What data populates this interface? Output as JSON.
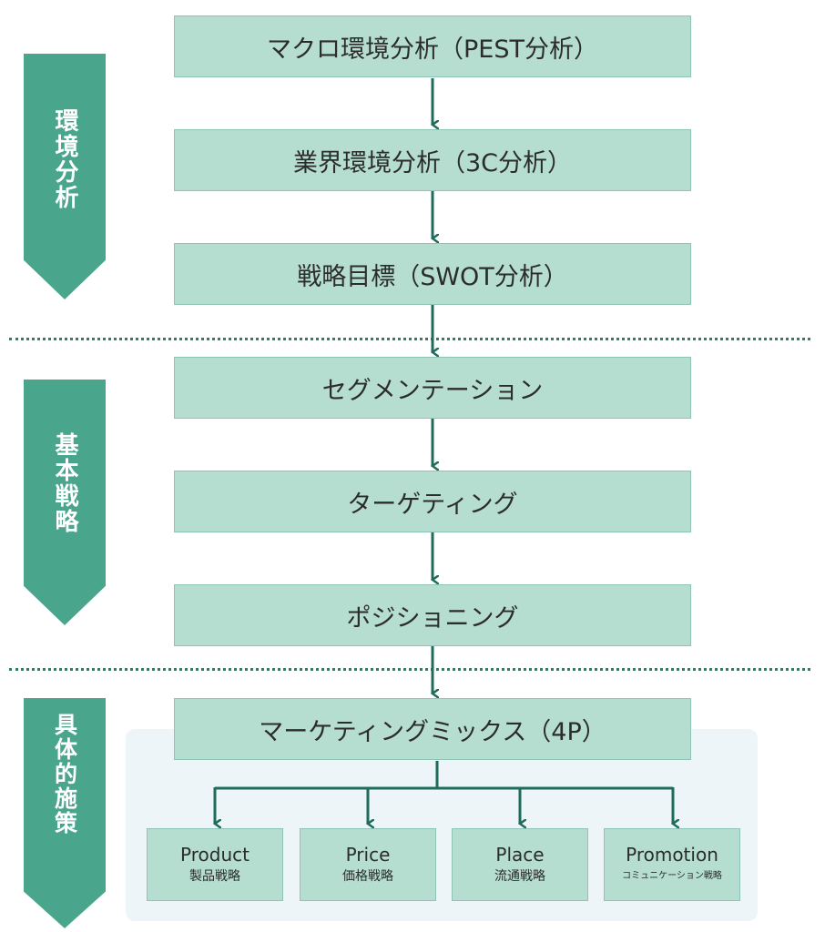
{
  "phases": [
    {
      "label": "環境分析"
    },
    {
      "label": "基本戦略"
    },
    {
      "label": "具体的施策"
    }
  ],
  "steps": [
    {
      "label": "マクロ環境分析（PEST分析）"
    },
    {
      "label": "業界環境分析（3C分析）"
    },
    {
      "label": "戦略目標（SWOT分析）"
    },
    {
      "label": "セグメンテーション"
    },
    {
      "label": "ターゲティング"
    },
    {
      "label": "ポジショニング"
    },
    {
      "label": "マーケティングミックス（4P）"
    }
  ],
  "four_p": [
    {
      "en": "Product",
      "jp": "製品戦略"
    },
    {
      "en": "Price",
      "jp": "価格戦略"
    },
    {
      "en": "Place",
      "jp": "流通戦略"
    },
    {
      "en": "Promotion",
      "jp": "コミュニケーション戦略"
    }
  ],
  "colors": {
    "phase": "#4aa58d",
    "box_fill": "#b5ddd0",
    "arrow": "#1f6b5c",
    "divider": "#2a7f6e"
  }
}
